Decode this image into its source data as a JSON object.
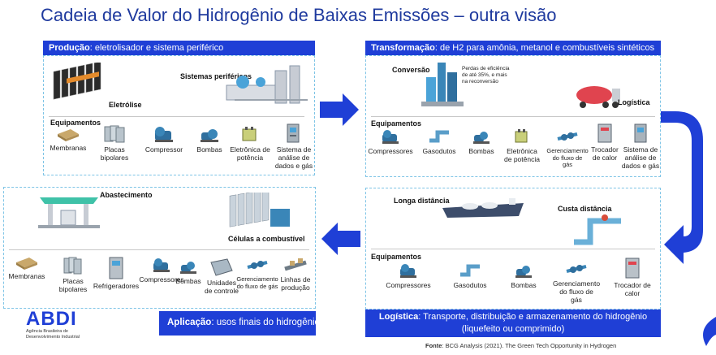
{
  "title": "Cadeia de Valor do Hidrogênio de Baixas Emissões – outra visão",
  "producao": {
    "header_bold": "Produção",
    "header_rest": ": eletrolisador e sistema periférico",
    "eletrolise": "Eletrólise",
    "sistemas": "Sistemas periféricos",
    "equip_label": "Equipamentos",
    "items": [
      "Membranas",
      "Placas\nbipolares",
      "Compressor",
      "Bombas",
      "Eletrônica de\npotência",
      "Sistema de\nanálise de\ndados e gás"
    ]
  },
  "transformacao": {
    "header_bold": "Transformação",
    "header_rest": ": de H2 para amônia, metanol e combustíveis sintéticos",
    "conversao": "Conversão",
    "note": "Perdas de eficiência\nde até 35%, e mais\nna reconversão",
    "logistica": "Logística",
    "equip_label": "Equipamentos",
    "items": [
      "Compressores",
      "Gasodutos",
      "Bombas",
      "Eletrônica\nde potência",
      "Gerenciamento\ndo fluxo de\ngás",
      "Trocador\nde calor",
      "Sistema de\nanálise de\ndados e gás"
    ]
  },
  "logistica": {
    "longa": "Longa distância",
    "curta": "Custa distância",
    "equip_label": "Equipamentos",
    "items": [
      "Compressores",
      "Gasodutos",
      "Bombas",
      "Gerenciamento\ndo fluxo de\ngás",
      "Trocador de\ncalor"
    ],
    "header_bold": "Logística",
    "header_rest": ": Transporte, distribuição e armazenamento do hidrogênio",
    "header_line2": "(liquefeito ou comprimido)"
  },
  "aplicacao": {
    "abastecimento": "Abastecimento",
    "celulas": "Células a combustível",
    "items": [
      "Membranas",
      "Placas\nbipolares",
      "Refrigeradores",
      "Compressores",
      "Bombas",
      "Unidades\nde controle",
      "Gerenciamento\ndo fluxo de gás",
      "Linhas de\nprodução"
    ],
    "header_bold": "Aplicação",
    "header_rest": ": usos finais do hidrogênio"
  },
  "source": {
    "bold": "Fonte",
    "rest": ": BCG Analysis (2021). The Green Tech Opportunity in Hydrogen"
  },
  "logo": {
    "name": "ABDI",
    "sub1": "Agência Brasileira de",
    "sub2": "Desenvolvimento Industrial"
  },
  "colors": {
    "blue": "#1f3fd6",
    "title": "#1f3a9e",
    "dashed": "#7ec4e6",
    "equip": "#3a86b8"
  }
}
